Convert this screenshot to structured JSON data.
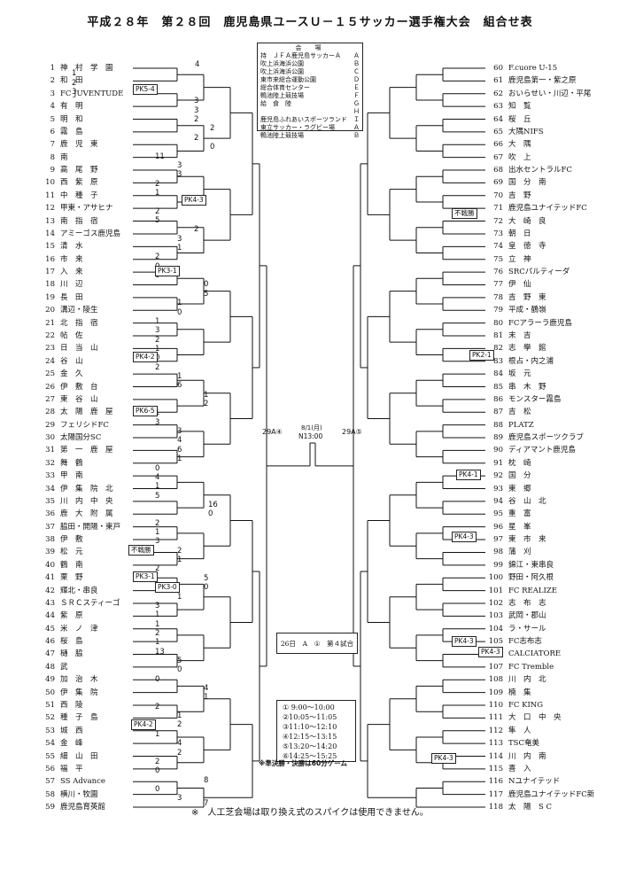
{
  "title": "平成２８年　第２８回　鹿児島県ユースＵ－１５サッカー選手権大会　組合せ表",
  "venues": {
    "header": "会　場",
    "rows": [
      [
        "持　ＪＦＡ鹿児島サッカーＡ",
        "Ａ"
      ],
      [
        "吹上浜海浜公園",
        "Ｂ"
      ],
      [
        "吹上浜海浜公園",
        "Ｃ"
      ],
      [
        "東市来総合運動公園",
        "Ｄ"
      ],
      [
        "総合体育センター",
        "Ｅ"
      ],
      [
        "鴨池陸上競技場",
        "Ｆ"
      ],
      [
        "給　食　陸",
        "Ｇ"
      ],
      [
        "",
        "Ｈ"
      ],
      [
        "鹿児島ふれあいスポーツランド",
        "Ｉ"
      ],
      [
        "東立サッカー・ラグビー場",
        "Ａ"
      ],
      [
        "鴨池陸上競技場",
        "Ｂ"
      ]
    ]
  },
  "left_teams": [
    {
      "n": "1",
      "name": "神　村　学　園"
    },
    {
      "n": "2",
      "name": "和　田"
    },
    {
      "n": "3",
      "name": "FC JUVENTUDE"
    },
    {
      "n": "4",
      "name": "有　明"
    },
    {
      "n": "5",
      "name": "明　和"
    },
    {
      "n": "6",
      "name": "霧　島"
    },
    {
      "n": "7",
      "name": "鹿　児　東"
    },
    {
      "n": "8",
      "name": "南"
    },
    {
      "n": "9",
      "name": "高　尾　野"
    },
    {
      "n": "10",
      "name": "西　紫　原"
    },
    {
      "n": "11",
      "name": "中　種　子"
    },
    {
      "n": "12",
      "name": "甲東・アサヒナ"
    },
    {
      "n": "13",
      "name": "南　指　宿"
    },
    {
      "n": "14",
      "name": "アミーゴス鹿児島"
    },
    {
      "n": "15",
      "name": "清　水"
    },
    {
      "n": "16",
      "name": "市　来"
    },
    {
      "n": "17",
      "name": "入　来"
    },
    {
      "n": "18",
      "name": "川　辺"
    },
    {
      "n": "19",
      "name": "長　田"
    },
    {
      "n": "20",
      "name": "溝辺・陵生"
    },
    {
      "n": "21",
      "name": "北　指　宿"
    },
    {
      "n": "22",
      "name": "帖　佐"
    },
    {
      "n": "23",
      "name": "日　当　山"
    },
    {
      "n": "24",
      "name": "谷　山"
    },
    {
      "n": "25",
      "name": "金　久"
    },
    {
      "n": "26",
      "name": "伊　敷　台"
    },
    {
      "n": "27",
      "name": "東　谷　山"
    },
    {
      "n": "28",
      "name": "太　陽　鹿　屋"
    },
    {
      "n": "29",
      "name": "フェリシドFC"
    },
    {
      "n": "30",
      "name": "太陽国分SC"
    },
    {
      "n": "31",
      "name": "第　一　鹿　屋"
    },
    {
      "n": "32",
      "name": "舞　鶴"
    },
    {
      "n": "33",
      "name": "甲　南"
    },
    {
      "n": "34",
      "name": "伊　集　院　北"
    },
    {
      "n": "35",
      "name": "川　内　中　央"
    },
    {
      "n": "36",
      "name": "鹿　大　附　属"
    },
    {
      "n": "37",
      "name": "脇田・開陽・東戸"
    },
    {
      "n": "38",
      "name": "伊　敷"
    },
    {
      "n": "39",
      "name": "松　元"
    },
    {
      "n": "40",
      "name": "鶴　南"
    },
    {
      "n": "41",
      "name": "栗　野"
    },
    {
      "n": "42",
      "name": "輝北・串良"
    },
    {
      "n": "43",
      "name": "ＳＲＣスティーゴ"
    },
    {
      "n": "44",
      "name": "紫　原"
    },
    {
      "n": "45",
      "name": "米　ノ　津"
    },
    {
      "n": "46",
      "name": "桜　島"
    },
    {
      "n": "47",
      "name": "樋　脇"
    },
    {
      "n": "48",
      "name": "武"
    },
    {
      "n": "49",
      "name": "加　治　木"
    },
    {
      "n": "50",
      "name": "伊　集　院"
    },
    {
      "n": "51",
      "name": "西　陵"
    },
    {
      "n": "52",
      "name": "種　子　島"
    },
    {
      "n": "53",
      "name": "城　西"
    },
    {
      "n": "54",
      "name": "金　峰"
    },
    {
      "n": "55",
      "name": "細　山　田"
    },
    {
      "n": "56",
      "name": "福　平"
    },
    {
      "n": "57",
      "name": "SS Advance"
    },
    {
      "n": "58",
      "name": "横川・牧園"
    },
    {
      "n": "59",
      "name": "鹿児島育英館"
    }
  ],
  "right_teams": [
    {
      "n": "60",
      "name": "F.cuore U-15"
    },
    {
      "n": "61",
      "name": "鹿児島第一・紫之原"
    },
    {
      "n": "62",
      "name": "おいらせい・川辺・平尾"
    },
    {
      "n": "63",
      "name": "知　覧"
    },
    {
      "n": "64",
      "name": "桜　丘"
    },
    {
      "n": "65",
      "name": "大隅NIFS"
    },
    {
      "n": "66",
      "name": "大　隅"
    },
    {
      "n": "67",
      "name": "吹　上"
    },
    {
      "n": "68",
      "name": "出水セントラルFC"
    },
    {
      "n": "69",
      "name": "国　分　南"
    },
    {
      "n": "70",
      "name": "吉　野"
    },
    {
      "n": "71",
      "name": "鹿児島ユナイテッドFC"
    },
    {
      "n": "72",
      "name": "大　崎　良"
    },
    {
      "n": "73",
      "name": "朝　日"
    },
    {
      "n": "74",
      "name": "皇　徳　寺"
    },
    {
      "n": "75",
      "name": "立　神"
    },
    {
      "n": "76",
      "name": "SRCパルティーダ"
    },
    {
      "n": "77",
      "name": "伊　仙"
    },
    {
      "n": "78",
      "name": "吉　野　東"
    },
    {
      "n": "79",
      "name": "平成・鶴嶺"
    },
    {
      "n": "80",
      "name": "FCアラーラ鹿児島"
    },
    {
      "n": "81",
      "name": "末　吉"
    },
    {
      "n": "82",
      "name": "志　學　館"
    },
    {
      "n": "83",
      "name": "根占・内之浦"
    },
    {
      "n": "84",
      "name": "坂　元"
    },
    {
      "n": "85",
      "name": "串　木　野"
    },
    {
      "n": "86",
      "name": "モンスター霧島"
    },
    {
      "n": "87",
      "name": "吉　松"
    },
    {
      "n": "88",
      "name": "PLATZ"
    },
    {
      "n": "89",
      "name": "鹿児島スポーツクラブ"
    },
    {
      "n": "90",
      "name": "ディアマント鹿児島"
    },
    {
      "n": "91",
      "name": "枕　崎"
    },
    {
      "n": "92",
      "name": "国　分"
    },
    {
      "n": "93",
      "name": "東　郷"
    },
    {
      "n": "94",
      "name": "谷　山　北"
    },
    {
      "n": "95",
      "name": "重　富"
    },
    {
      "n": "96",
      "name": "星　峯"
    },
    {
      "n": "97",
      "name": "東　市　来"
    },
    {
      "n": "98",
      "name": "蒲　刈"
    },
    {
      "n": "99",
      "name": "錦江・東串良"
    },
    {
      "n": "100",
      "name": "野田・阿久根"
    },
    {
      "n": "101",
      "name": "FC REALIZE"
    },
    {
      "n": "102",
      "name": "志　布　志"
    },
    {
      "n": "103",
      "name": "武岡・郡山"
    },
    {
      "n": "104",
      "name": "ラ・サール"
    },
    {
      "n": "105",
      "name": "FC志布志"
    },
    {
      "n": "106",
      "name": "CALCIATORE"
    },
    {
      "n": "107",
      "name": "FC Tremble"
    },
    {
      "n": "108",
      "name": "川　内　北"
    },
    {
      "n": "109",
      "name": "楠　集"
    },
    {
      "n": "110",
      "name": "FC KING"
    },
    {
      "n": "111",
      "name": "大　口　中　央"
    },
    {
      "n": "112",
      "name": "隼　人"
    },
    {
      "n": "113",
      "name": "TSC奄美"
    },
    {
      "n": "114",
      "name": "川　内　南"
    },
    {
      "n": "115",
      "name": "喜　入"
    },
    {
      "n": "116",
      "name": "Nユナイテッド"
    },
    {
      "n": "117",
      "name": "鹿児島ユナイテッドFC新"
    },
    {
      "n": "118",
      "name": "太　陽　S C"
    }
  ],
  "scores_left": [
    [
      "4",
      230
    ],
    [
      "1",
      91
    ],
    [
      "2",
      91
    ],
    [
      "3",
      91
    ],
    [
      "3",
      229
    ],
    [
      "3",
      229
    ],
    [
      "2",
      229
    ],
    [
      "2",
      247
    ],
    [
      "2",
      229
    ],
    [
      "0",
      247
    ],
    [
      "11",
      185
    ],
    [
      "3",
      210
    ],
    [
      "3",
      210
    ],
    [
      "2",
      185
    ],
    [
      "1",
      185
    ],
    [
      "2",
      229
    ],
    [
      "2",
      185
    ],
    [
      "5",
      185
    ],
    [
      "2",
      229
    ],
    [
      "3",
      210
    ],
    [
      "1",
      210
    ],
    [
      "2",
      185
    ],
    [
      "0",
      185
    ],
    [
      "0",
      185
    ],
    [
      "0",
      240
    ],
    [
      "5",
      240
    ],
    [
      "1",
      210
    ],
    [
      "0",
      210
    ],
    [
      "1",
      185
    ],
    [
      "3",
      185
    ],
    [
      "2",
      185
    ],
    [
      "1",
      185
    ],
    [
      "0",
      185
    ],
    [
      "2",
      185
    ],
    [
      "1",
      210
    ],
    [
      "6",
      210
    ],
    [
      "1",
      240
    ],
    [
      "2",
      240
    ],
    [
      "1",
      185
    ],
    [
      "3",
      185
    ],
    [
      "3",
      210
    ],
    [
      "4",
      210
    ],
    [
      "6",
      210
    ],
    [
      "1",
      210
    ],
    [
      "0",
      185
    ],
    [
      "4",
      185
    ],
    [
      "1",
      185
    ],
    [
      "5",
      185
    ],
    [
      "16",
      245
    ],
    [
      "0",
      245
    ],
    [
      "2",
      185
    ],
    [
      "1",
      185
    ],
    [
      "3",
      185
    ],
    [
      "2",
      210
    ],
    [
      "1",
      210
    ],
    [
      "2",
      185
    ],
    [
      "5",
      240
    ],
    [
      "0",
      240
    ],
    [
      "1",
      210
    ],
    [
      "3",
      185
    ],
    [
      "1",
      185
    ],
    [
      "1",
      185
    ],
    [
      "2",
      185
    ],
    [
      "1",
      185
    ],
    [
      "13",
      185
    ],
    [
      "5",
      210
    ],
    [
      "0",
      210
    ],
    [
      "0",
      185
    ],
    [
      "4",
      240
    ],
    [
      "1",
      240
    ],
    [
      "2",
      185
    ],
    [
      "1",
      210
    ],
    [
      "2",
      210
    ],
    [
      "1",
      185
    ],
    [
      "4",
      210
    ],
    [
      "2",
      210
    ],
    [
      "2",
      185
    ],
    [
      "0",
      185
    ],
    [
      "8",
      240
    ],
    [
      "0",
      185
    ],
    [
      "3",
      210
    ],
    [
      "7",
      240
    ]
  ],
  "pk_labels": {
    "left": [
      "PK5-4",
      "PK4-3",
      "PK3-1",
      "PK4-2",
      "PK6-5",
      "不戦勝",
      "PK3-1",
      "PK3-0",
      "PK4-2"
    ],
    "right": [
      "不戦勝",
      "PK2-1",
      "PK4-1",
      "PK4-3",
      "PK4-3",
      "PK4-3",
      "PK4-3"
    ]
  },
  "center": {
    "left_label": "29A④",
    "right_label": "29A⑤",
    "final_date": "8/1(月)",
    "final_time": "N13:00"
  },
  "date_box": [
    "26日",
    "A",
    "①",
    "第４試合"
  ],
  "times": [
    "① 9:00～10:00",
    "②10:05～11:05",
    "③11:10～12:10",
    "④12:15～13:15",
    "⑤13:20～14:20",
    "⑥14:25～15:25"
  ],
  "final_note": "※準決勝・決勝は60分ゲーム",
  "footer": "※　人工芝会場は取り換え式のスパイクは使用できません。"
}
